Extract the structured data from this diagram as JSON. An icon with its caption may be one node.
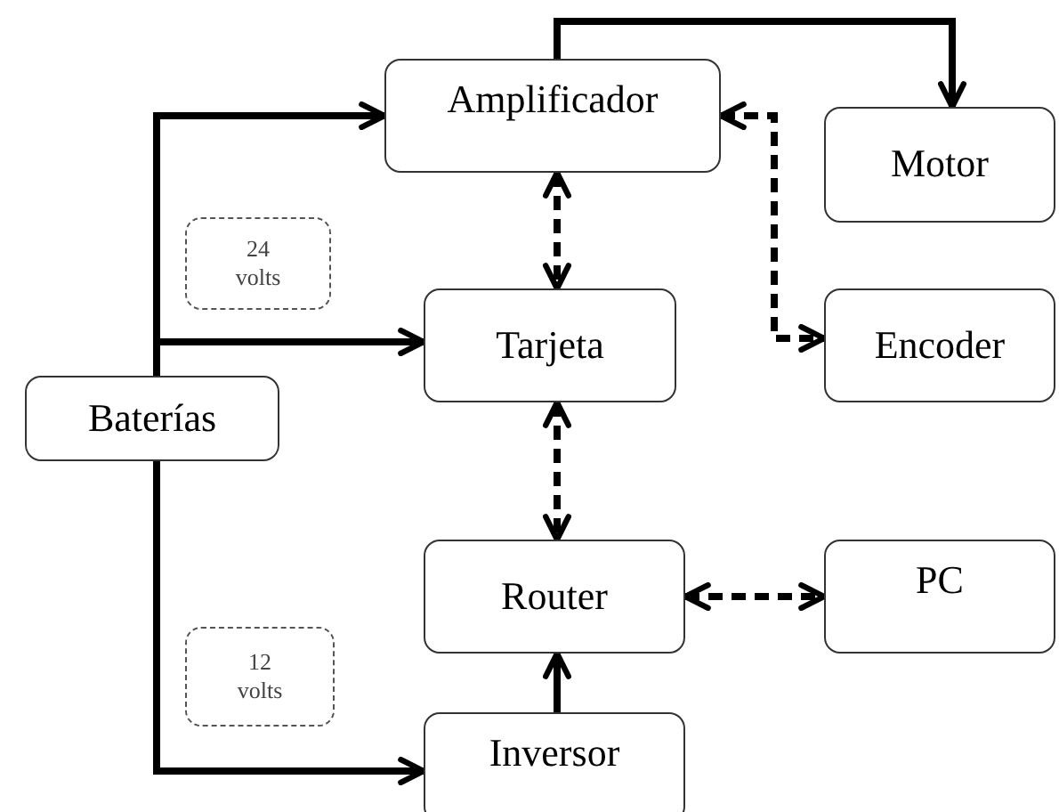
{
  "diagram": {
    "nodes": [
      {
        "text": [
          "Amplificador"
        ]
      },
      {
        "text": [
          "Motor"
        ]
      },
      {
        "text": [
          "24 volts"
        ]
      },
      {
        "text": [
          "Tarjeta"
        ]
      },
      {
        "text": [
          "Encoder"
        ]
      },
      {
        "text": [
          "Baterías"
        ]
      },
      {
        "text": [
          "Router"
        ]
      },
      {
        "text": [
          "PC"
        ]
      },
      {
        "text": [
          "12 volts"
        ]
      },
      {
        "text": [
          "Inversor"
        ]
      }
    ],
    "edges": [
      {
        "from": 5,
        "to": 0,
        "arrow": "to"
      },
      {
        "from": 5,
        "to": 3,
        "arrow": "to"
      },
      {
        "from": 5,
        "to": 9,
        "arrow": "to"
      },
      {
        "from": 0,
        "to": 1,
        "arrow": "to"
      },
      {
        "from": 0,
        "to": 3,
        "arrow": "both",
        "style": "dashed"
      },
      {
        "from": 0,
        "to": 4,
        "arrow": "both",
        "style": "dashed"
      },
      {
        "from": 3,
        "to": 6,
        "arrow": "both",
        "style": "dashed"
      },
      {
        "from": 6,
        "to": 7,
        "arrow": "both",
        "style": "dashed"
      },
      {
        "from": 9,
        "to": 6,
        "arrow": "to"
      }
    ]
  }
}
